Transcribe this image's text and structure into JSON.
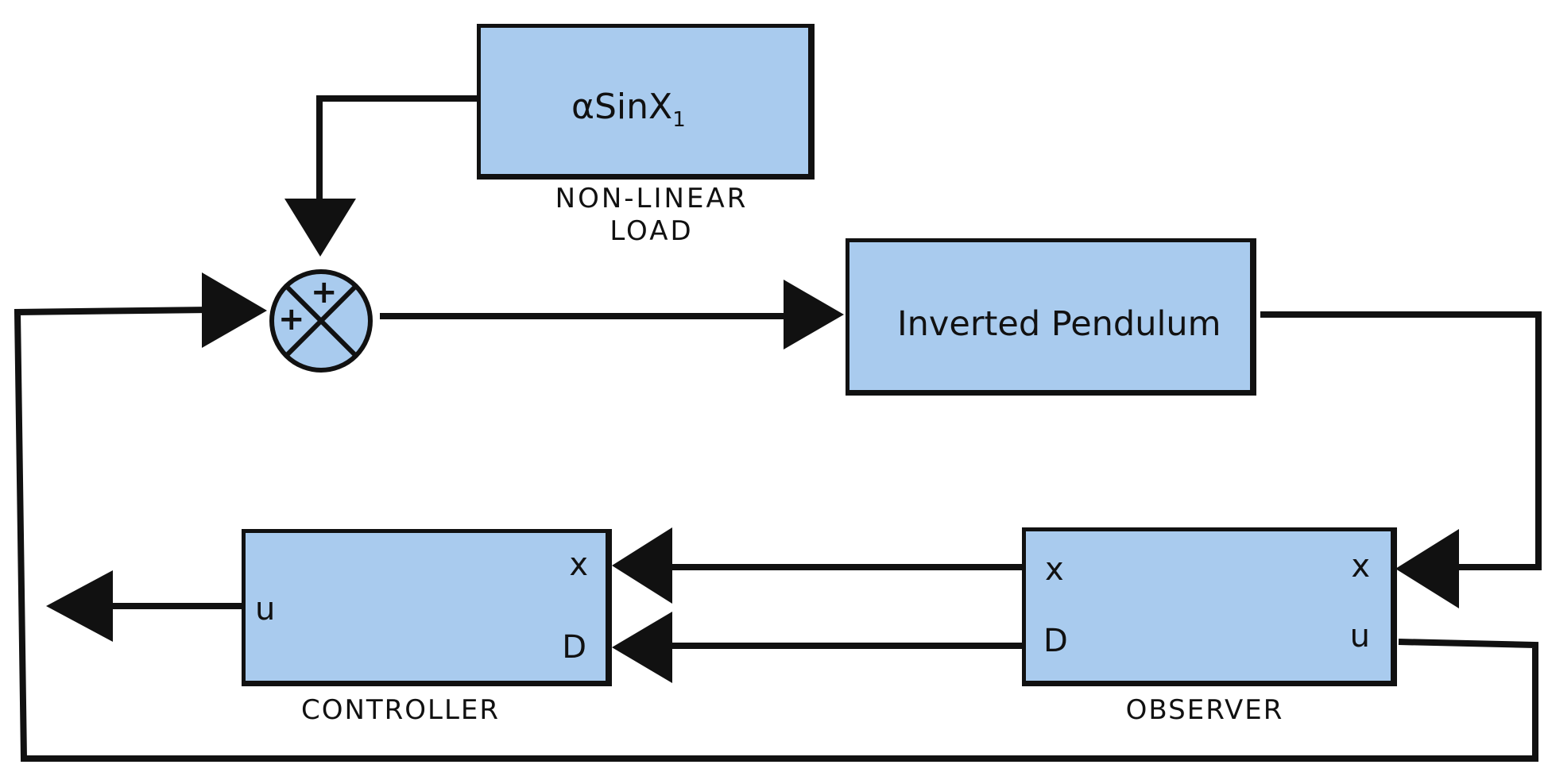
{
  "colors": {
    "block_fill": "#a9cbee",
    "line": "#111111",
    "background": "#ffffff"
  },
  "nonlinear_load": {
    "expression": "αSinX",
    "subscript": "1",
    "caption_line1": "NON-LINEAR",
    "caption_line2": "LOAD"
  },
  "summing_junction": {
    "sign_top": "+",
    "sign_left": "+"
  },
  "plant": {
    "label": "Inverted Pendulum"
  },
  "controller": {
    "caption": "CONTROLLER",
    "port_u": "u",
    "port_x": "x",
    "port_d": "D"
  },
  "observer": {
    "caption": "OBSERVER",
    "port_x_out": "x",
    "port_d_out": "D",
    "port_x_in": "x",
    "port_u_in": "u"
  }
}
